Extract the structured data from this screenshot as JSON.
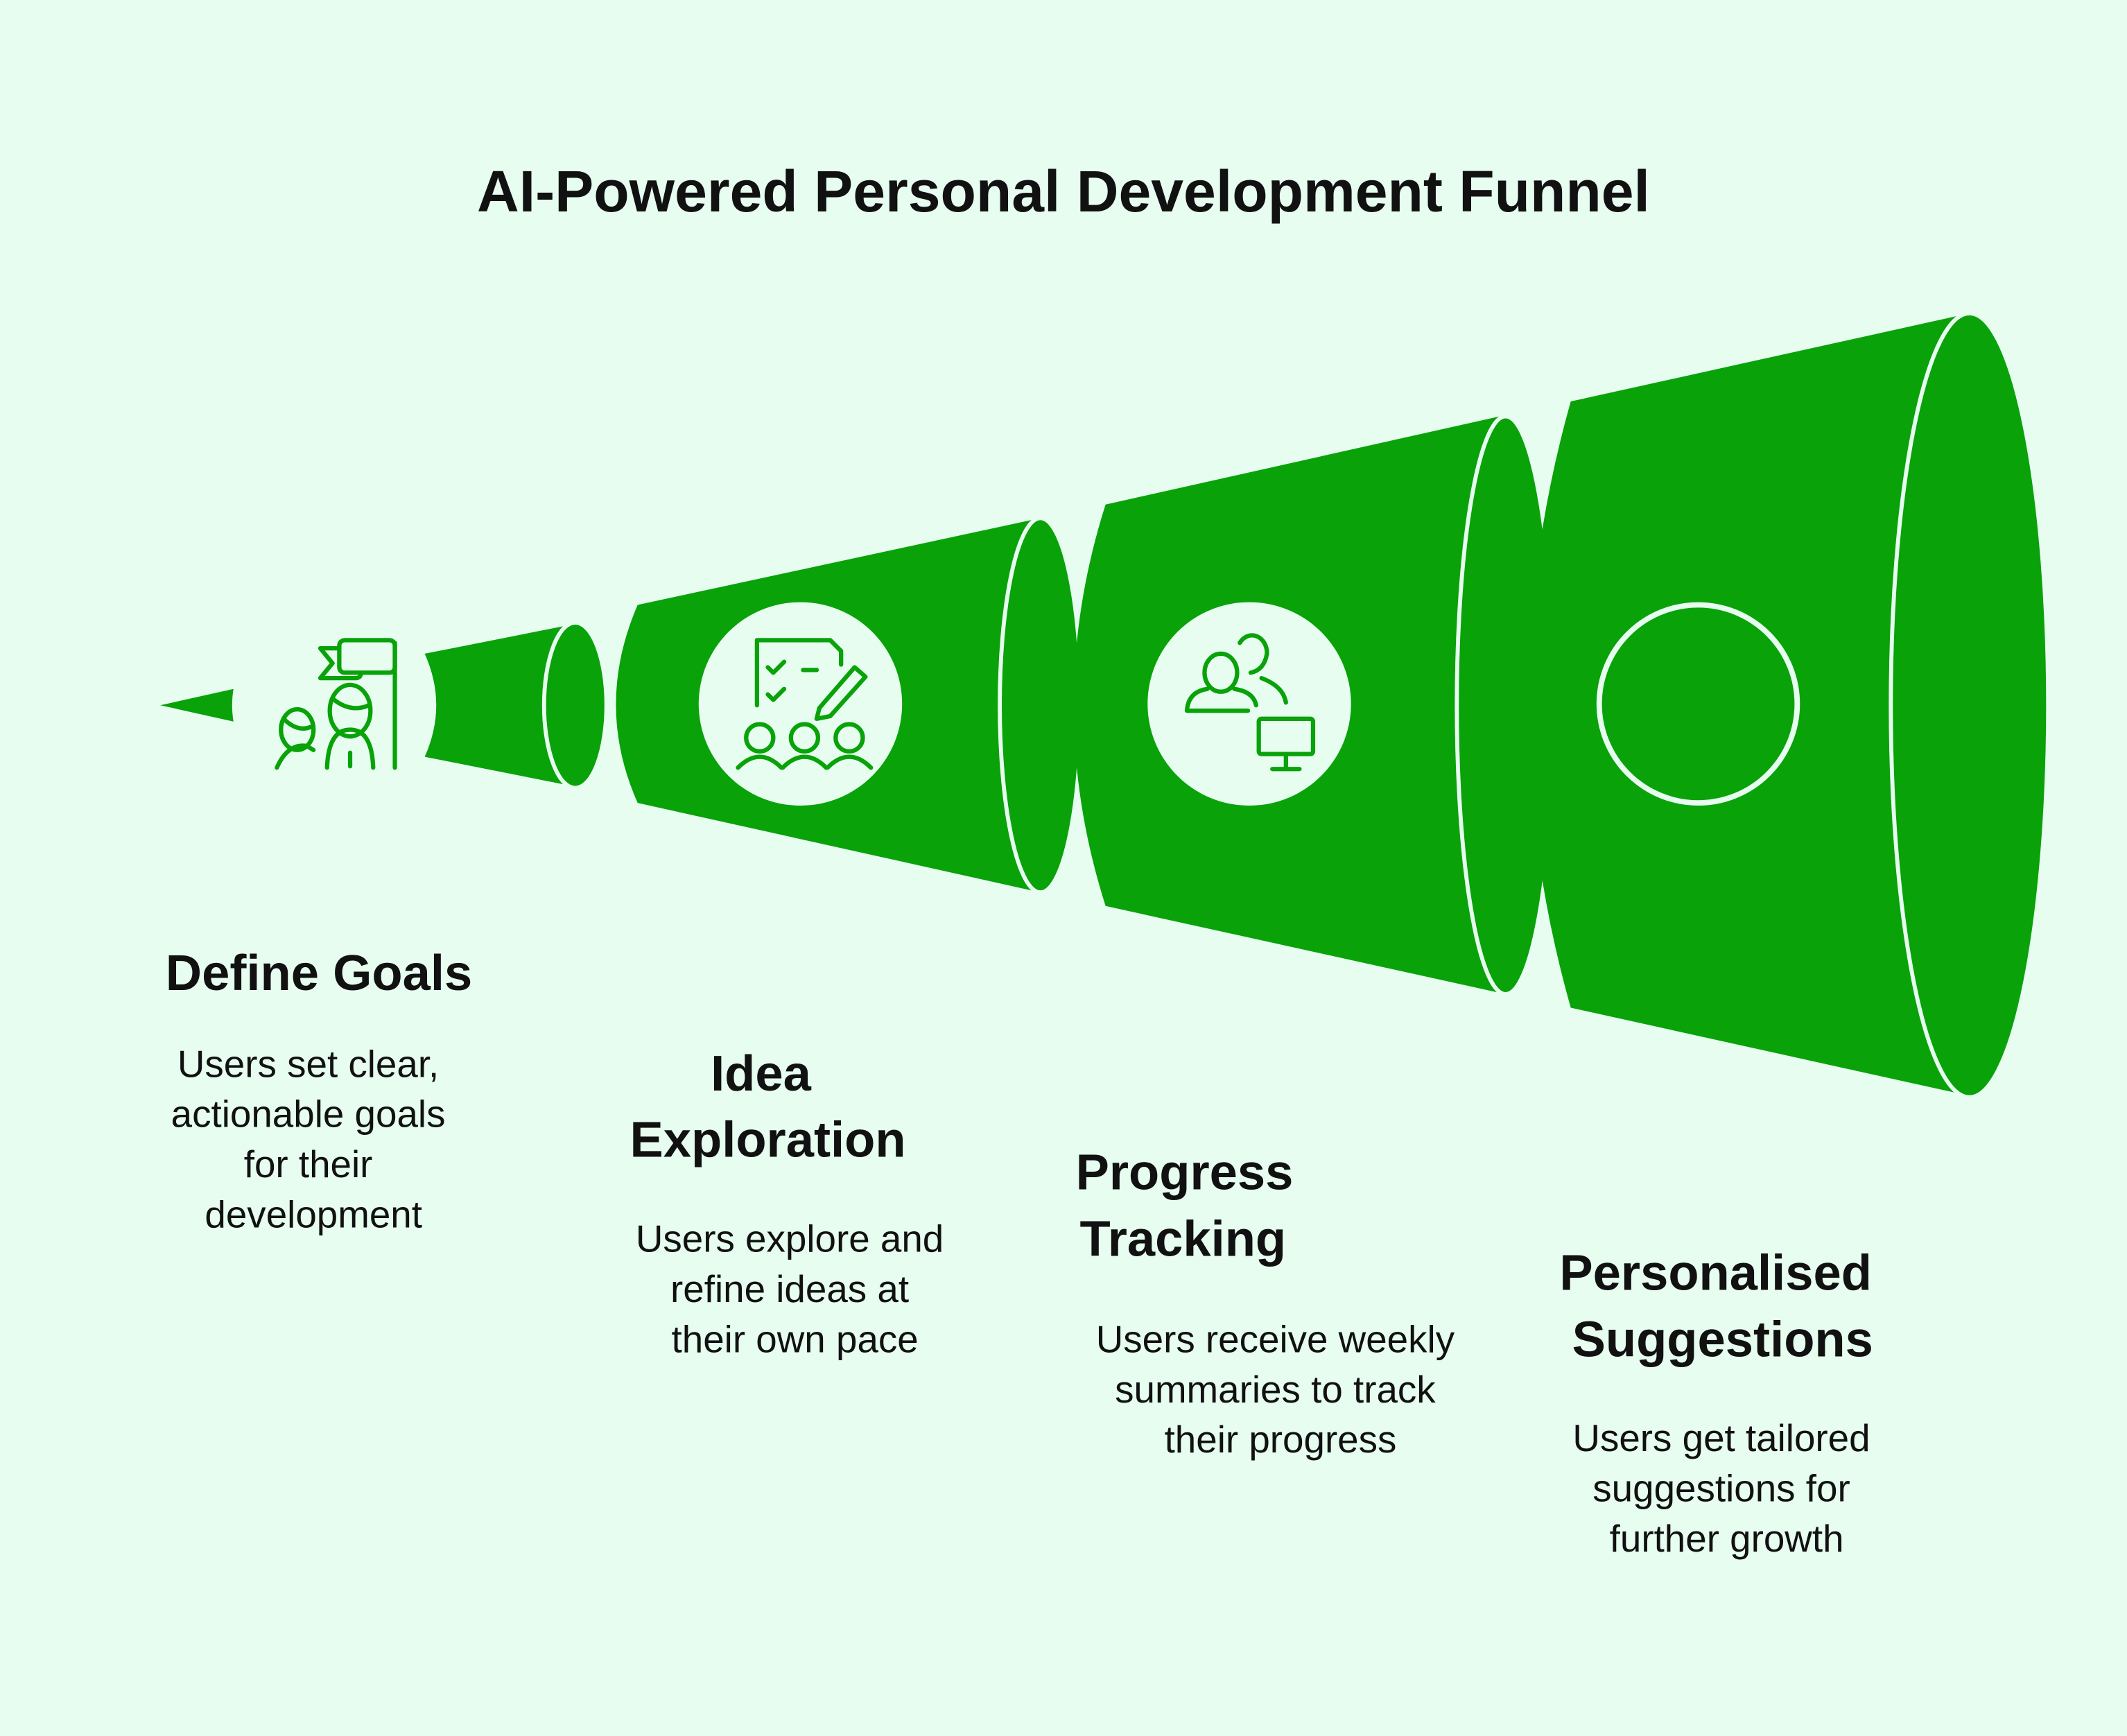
{
  "title": "AI-Powered Personal Development Funnel",
  "colors": {
    "background": "#E6FDF0",
    "funnel": "#09A209",
    "text": "#111111"
  },
  "stages": [
    {
      "title_lines": [
        "Define Goals"
      ],
      "description_lines": [
        "Users set clear,",
        "actionable goals",
        "for their",
        "development"
      ],
      "icon": "goal-flag-people-icon"
    },
    {
      "title_lines": [
        "Idea",
        "Exploration"
      ],
      "description_lines": [
        "Users explore and",
        "refine ideas at",
        "their own pace"
      ],
      "icon": "checklist-pencil-team-icon"
    },
    {
      "title_lines": [
        "Progress",
        "Tracking"
      ],
      "description_lines": [
        "Users receive weekly",
        "summaries to track",
        "their progress"
      ],
      "icon": "users-monitor-icon"
    },
    {
      "title_lines": [
        "Personalised",
        "Suggestions"
      ],
      "description_lines": [
        "Users get tailored",
        "suggestions for",
        "further growth"
      ],
      "icon": "empty-circle-icon"
    }
  ]
}
